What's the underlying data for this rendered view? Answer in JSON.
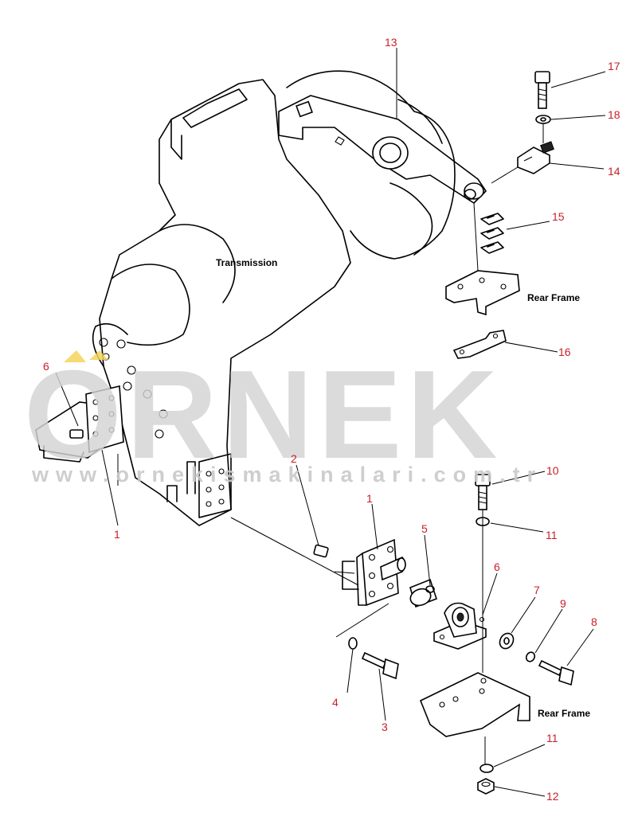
{
  "labels": {
    "transmission": "Transmission",
    "rear_frame_top": "Rear Frame",
    "rear_frame_bottom": "Rear Frame"
  },
  "callouts": {
    "c1_left": "1",
    "c1_right": "1",
    "c2": "2",
    "c3": "3",
    "c4": "4",
    "c5": "5",
    "c6_left": "6",
    "c6_right": "6",
    "c7": "7",
    "c8": "8",
    "c9": "9",
    "c10": "10",
    "c11_top": "11",
    "c11_bottom": "11",
    "c12": "12",
    "c13": "13",
    "c14": "14",
    "c15": "15",
    "c16": "16",
    "c17": "17",
    "c18": "18"
  },
  "watermark": {
    "brand": "ORNEK",
    "url": "www.ornekismakinalari.com.tr"
  },
  "colors": {
    "callout": "#c8202a",
    "watermark": "#d4d4d4",
    "watermark_accent": "#f5d35a"
  }
}
